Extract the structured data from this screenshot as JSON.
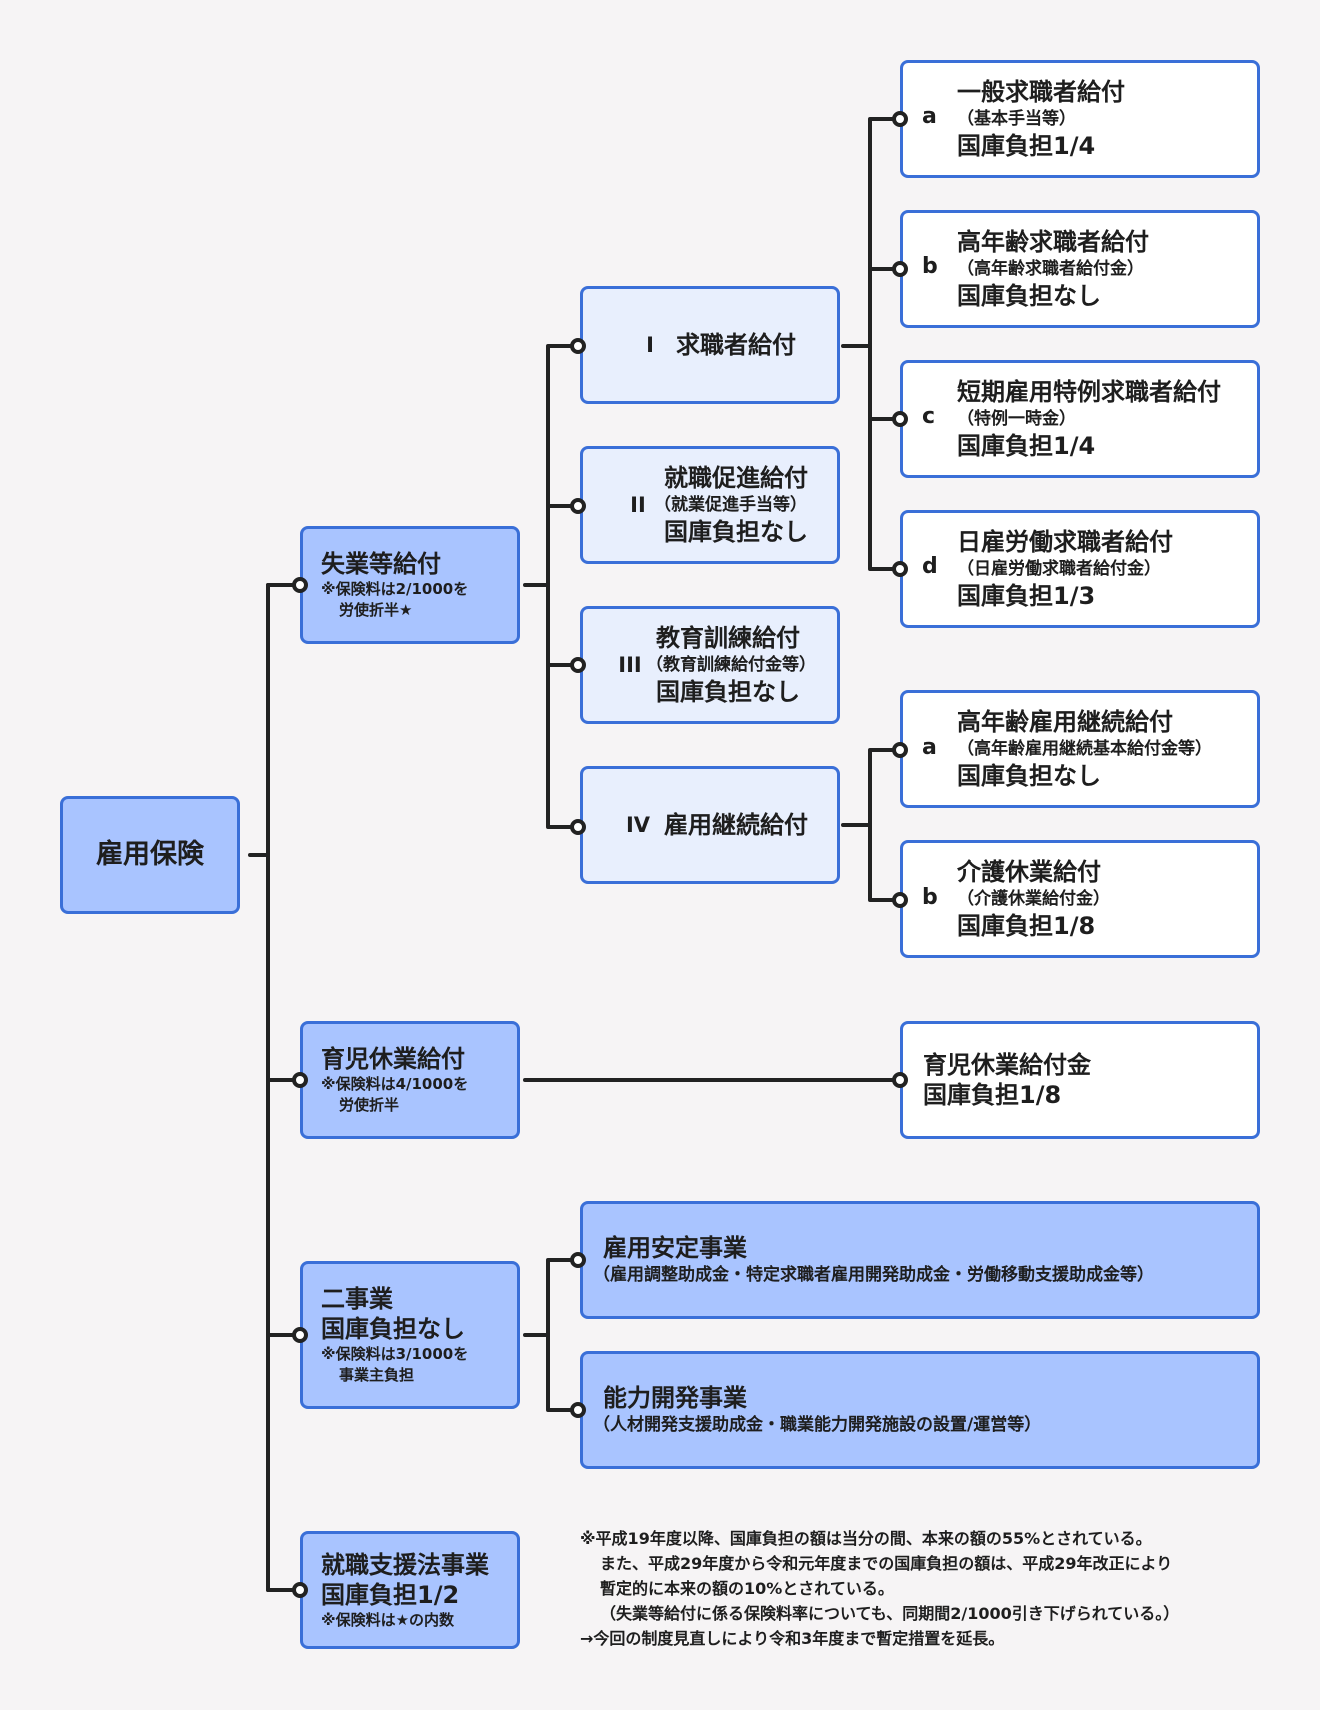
{
  "root": {
    "label": "雇用保険"
  },
  "categories": {
    "unemployment": {
      "title": "失業等給付",
      "note1": "※保険料は2/1000を",
      "note2": "労使折半★"
    },
    "childcare": {
      "title": "育児休業給付",
      "note1": "※保険料は4/1000を",
      "note2": "労使折半"
    },
    "two_projects": {
      "title": "二事業",
      "burden": "国庫負担なし",
      "note1": "※保険料は3/1000を",
      "note2": "事業主負担"
    },
    "job_support": {
      "title": "就職支援法事業",
      "burden": "国庫負担1/2",
      "note1": "※保険料は★の内数"
    }
  },
  "mid": {
    "i": {
      "numeral": "I",
      "label": "求職者給付"
    },
    "ii": {
      "numeral": "II",
      "title": "就職促進給付",
      "sub": "（就業促進手当等）",
      "burden": "国庫負担なし"
    },
    "iii": {
      "numeral": "III",
      "title": "教育訓練給付",
      "sub": "（教育訓練給付金等）",
      "burden": "国庫負担なし"
    },
    "iv": {
      "numeral": "IV",
      "label": "雇用継続給付"
    }
  },
  "leaves": {
    "a1": {
      "letter": "a",
      "title": "一般求職者給付",
      "sub": "（基本手当等）",
      "burden": "国庫負担1/4"
    },
    "b1": {
      "letter": "b",
      "title": "高年齢求職者給付",
      "sub": "（高年齢求職者給付金）",
      "burden": "国庫負担なし"
    },
    "c1": {
      "letter": "c",
      "title": "短期雇用特例求職者給付",
      "sub": "（特例一時金）",
      "burden": "国庫負担1/4"
    },
    "d1": {
      "letter": "d",
      "title": "日雇労働求職者給付",
      "sub": "（日雇労働求職者給付金）",
      "burden": "国庫負担1/3"
    },
    "a2": {
      "letter": "a",
      "title": "高年齢雇用継続給付",
      "sub": "（高年齢雇用継続基本給付金等）",
      "burden": "国庫負担なし"
    },
    "b2": {
      "letter": "b",
      "title": "介護休業給付",
      "sub": "（介護休業給付金）",
      "burden": "国庫負担1/8"
    },
    "childcare_benefit": {
      "title": "育児休業給付金",
      "burden": "国庫負担1/8"
    }
  },
  "projects": {
    "employment_stability": {
      "title": "雇用安定事業",
      "sub": "（雇用調整助成金・特定求職者雇用開発助成金・労働移動支援助成金等）"
    },
    "skills_development": {
      "title": "能力開発事業",
      "sub": "（人材開発支援助成金・職業能力開発施設の設置/運営等）"
    }
  },
  "footnote": {
    "line1": "※平成19年度以降、国庫負担の額は当分の間、本来の額の55%とされている。",
    "line2": "また、平成29年度から令和元年度までの国庫負担の額は、平成29年改正により",
    "line3": "暫定的に本来の額の10%とされている。",
    "line4": "（失業等給付に係る保険料率についても、同期間2/1000引き下げられている。）",
    "line5": "→今回の制度見直しにより令和3年度まで暫定措置を延長。"
  },
  "colors": {
    "border": "#3a6fd8",
    "category_fill": "#a9c4ff",
    "mid_fill": "#e8effd",
    "leaf_fill": "#ffffff",
    "line": "#222222"
  }
}
